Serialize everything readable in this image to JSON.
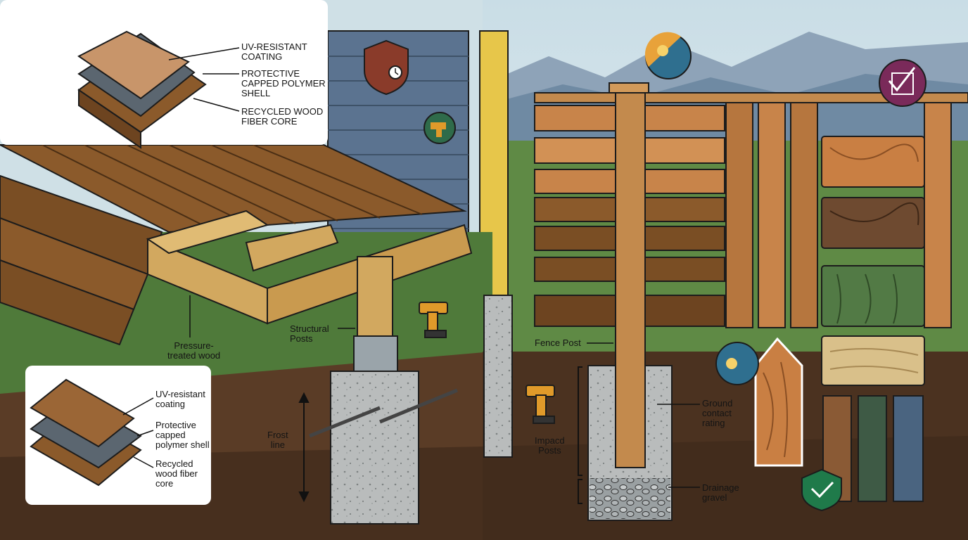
{
  "top_callout": {
    "uv_coating": "UV-RESISTANT\nCOATING",
    "capped_shell": "PROTECTIVE\nCAPPED POLYMER\nSHELL",
    "wood_core": "RECYCLED WOOD\nFIBER CORE"
  },
  "bottom_callout": {
    "uv_coating": "UV-resistant\ncoating",
    "capped_shell": "Protective\ncapped\npolymer shell",
    "wood_core": "Recycled\nwood fiber\ncore"
  },
  "deck_labels": {
    "structural_posts": "Structural\nPosts",
    "pressure_treated": "Pressure-\ntreated wood",
    "frost_line": "Frost\nline"
  },
  "fence_labels": {
    "fence_post": "Fence Post",
    "impacd_posts": "Impacd\nPosts",
    "ground_contact": "Ground\ncontact\nrating",
    "drainage_gravel": "Drainage\ngravel"
  },
  "icons": [
    "shield-clock-icon",
    "sun-snow-weather-icon",
    "checklist-icon",
    "drill-icon",
    "sun-frost-icon",
    "shield-check-icon"
  ],
  "colors": {
    "siding": "#5b7390",
    "deck_board": "#8b5a2b",
    "lumber": "#d2a85f",
    "concrete": "#b9bcbc",
    "soil": "#5a3c26",
    "grass": "#4f7a3a",
    "sky": "#cfe0e6",
    "shield_badge": "#8a3b2a",
    "weather_badge": "#2f6f8f",
    "check_badge": "#7a2a5a",
    "ok_badge": "#1f7a4a"
  }
}
